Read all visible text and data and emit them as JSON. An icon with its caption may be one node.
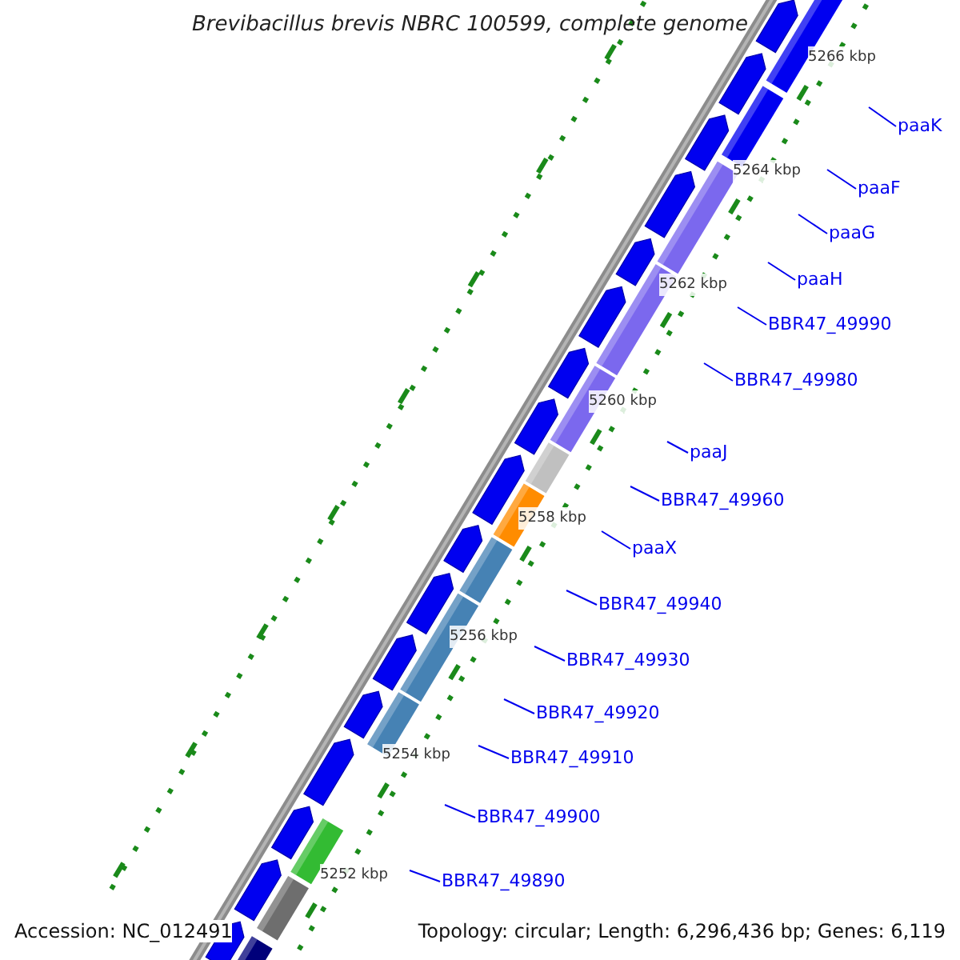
{
  "diagram": {
    "title": "Brevibacillus brevis NBRC 100599, complete genome",
    "nodes": [
      {
        "text": [
          "paaK"
        ]
      },
      {
        "text": [
          "paaF"
        ]
      },
      {
        "text": [
          "paaG"
        ]
      },
      {
        "text": [
          "paaH"
        ]
      },
      {
        "text": [
          "BBR47_49990"
        ]
      },
      {
        "text": [
          "BBR47_49980"
        ]
      },
      {
        "text": [
          "paaJ"
        ]
      },
      {
        "text": [
          "BBR47_49960"
        ]
      },
      {
        "text": [
          "paaX"
        ]
      },
      {
        "text": [
          "BBR47_49940"
        ]
      },
      {
        "text": [
          "BBR47_49930"
        ]
      },
      {
        "text": [
          "BBR47_49920"
        ]
      },
      {
        "text": [
          "BBR47_49910"
        ]
      },
      {
        "text": [
          "BBR47_49900"
        ]
      },
      {
        "text": [
          "BBR47_49890"
        ]
      }
    ],
    "edges": [
      {
        "from": 0,
        "to": null,
        "arrow": "none"
      },
      {
        "from": 1,
        "to": null,
        "arrow": "none"
      },
      {
        "from": 2,
        "to": null,
        "arrow": "none"
      },
      {
        "from": 3,
        "to": null,
        "arrow": "none"
      },
      {
        "from": 4,
        "to": null,
        "arrow": "none"
      },
      {
        "from": 5,
        "to": null,
        "arrow": "none"
      },
      {
        "from": 6,
        "to": null,
        "arrow": "none"
      },
      {
        "from": 7,
        "to": null,
        "arrow": "none"
      },
      {
        "from": 8,
        "to": null,
        "arrow": "none"
      },
      {
        "from": 9,
        "to": null,
        "arrow": "none"
      },
      {
        "from": 10,
        "to": null,
        "arrow": "none"
      },
      {
        "from": 11,
        "to": null,
        "arrow": "none"
      },
      {
        "from": 12,
        "to": null,
        "arrow": "none"
      },
      {
        "from": 13,
        "to": null,
        "arrow": "none"
      },
      {
        "from": 14,
        "to": null,
        "arrow": "none"
      }
    ],
    "labels": [
      "5266 kbp",
      "5264 kbp",
      "5262 kbp",
      "5260 kbp",
      "5258 kbp",
      "5256 kbp",
      "5254 kbp",
      "5252 kbp",
      "Accession: NC_012491",
      "Topology: circular; Length: 6,296,436 bp; Genes: 6,119"
    ]
  }
}
